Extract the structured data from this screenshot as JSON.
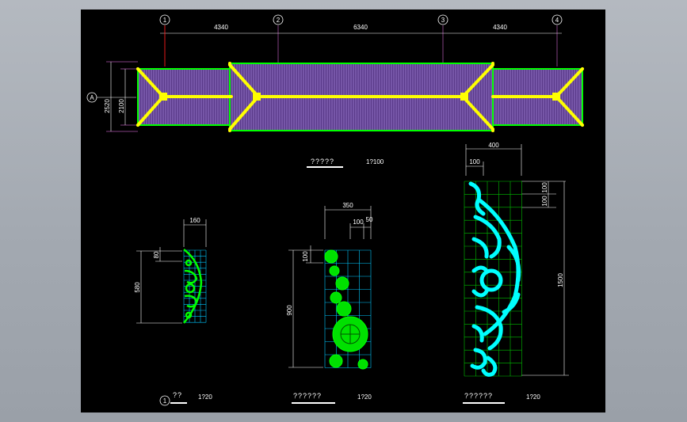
{
  "plan": {
    "grid_labels": [
      "1",
      "2",
      "3",
      "4"
    ],
    "row_label": "A",
    "spans": [
      "4340",
      "6340",
      "4340"
    ],
    "depth_outer": "2520",
    "depth_inner": "2100",
    "title": "?????",
    "scale": "1?100"
  },
  "detail1": {
    "width": "160",
    "top": "80",
    "height": "580",
    "marker": "1",
    "title": "??",
    "scale": "1?20"
  },
  "detail2": {
    "width": "350",
    "sub1": "100",
    "sub2": "50",
    "top": "100",
    "height": "900",
    "title": "??????",
    "scale": "1?20"
  },
  "detail3": {
    "width": "400",
    "sub": "100",
    "v1": "100",
    "v2": "100",
    "height": "1500",
    "title": "??????",
    "scale": "1?20"
  },
  "colors": {
    "green": "#00ff00",
    "yellow": "#ffff00",
    "cyan": "#00ffff",
    "magenta": "#ff80ff",
    "purple": "#8080ff",
    "red": "#ff0000"
  }
}
